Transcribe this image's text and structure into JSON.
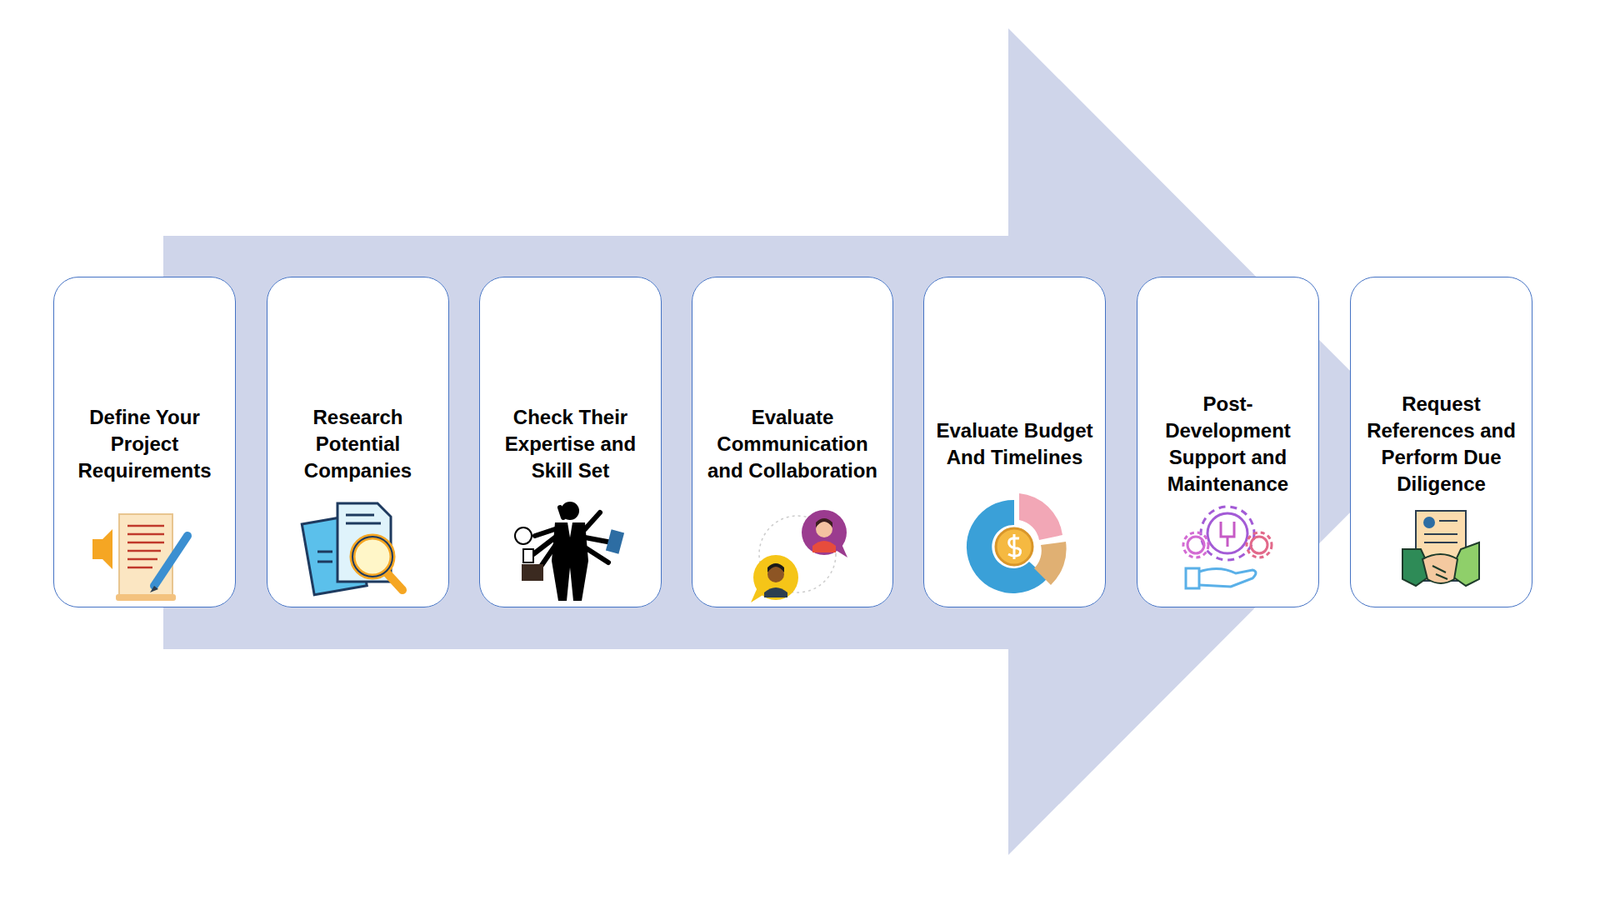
{
  "diagram": {
    "nodes": [
      {
        "text": [
          "Define Your Project Requirements"
        ]
      },
      {
        "text": [
          "Research Potential Companies"
        ]
      },
      {
        "text": [
          "Check Their Expertise and Skill Set"
        ]
      },
      {
        "text": [
          "Evaluate Communication and Collaboration"
        ]
      },
      {
        "text": [
          "Evaluate Budget And Timelines"
        ]
      },
      {
        "text": [
          "Post-Development Support and Maintenance"
        ]
      },
      {
        "text": [
          "Request References and Perform Due Diligence"
        ]
      }
    ]
  }
}
